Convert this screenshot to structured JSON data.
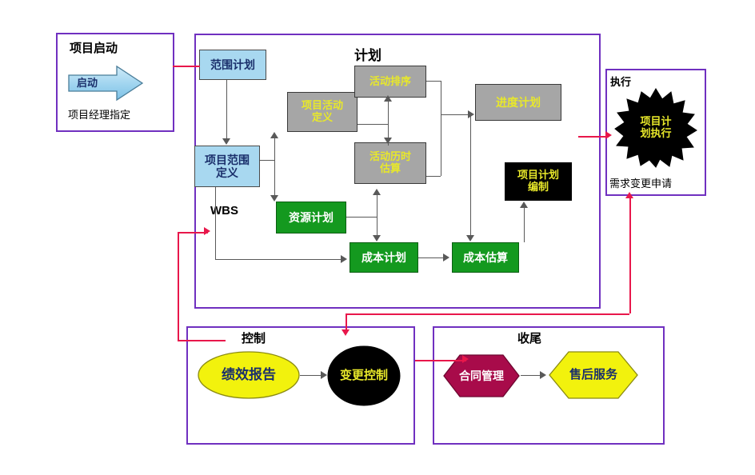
{
  "diagram": {
    "title_hidden": "",
    "frames": [
      {
        "id": "initiation",
        "title": "项目启动"
      },
      {
        "id": "planning",
        "title": "计划"
      },
      {
        "id": "execution",
        "title": "执行"
      },
      {
        "id": "control",
        "title": "控制"
      },
      {
        "id": "closing",
        "title": "收尾"
      }
    ],
    "initiation": {
      "title": "项目启动",
      "arrow_label": "启动",
      "caption": "项目经理指定"
    },
    "planning": {
      "title": "计划",
      "wbs_label": "WBS",
      "nodes": [
        {
          "id": "scope-plan",
          "label": "范围计划",
          "color": "#a8d8f0",
          "text_color": "#1a2f6b"
        },
        {
          "id": "scope-definition",
          "label": "项目范围\n定义",
          "color": "#a8d8f0",
          "text_color": "#1a2f6b"
        },
        {
          "id": "activity-definition",
          "label": "项目活动\n定义",
          "color": "#a6a6a6",
          "text_color": "#e8e82a"
        },
        {
          "id": "activity-sequencing",
          "label": "活动排序",
          "color": "#a6a6a6",
          "text_color": "#e8e82a"
        },
        {
          "id": "activity-duration",
          "label": "活动历时\n估算",
          "color": "#a6a6a6",
          "text_color": "#e8e82a"
        },
        {
          "id": "schedule-plan",
          "label": "进度计划",
          "color": "#a6a6a6",
          "text_color": "#e8e82a"
        },
        {
          "id": "project-plan-development",
          "label": "项目计划\n编制",
          "color": "#000000",
          "text_color": "#e8e82a"
        },
        {
          "id": "resource-plan",
          "label": "资源计划",
          "color": "#14991f",
          "text_color": "#ffffff"
        },
        {
          "id": "cost-plan",
          "label": "成本计划",
          "color": "#14991f",
          "text_color": "#ffffff"
        },
        {
          "id": "cost-estimate",
          "label": "成本估算",
          "color": "#14991f",
          "text_color": "#ffffff"
        }
      ]
    },
    "execution": {
      "title": "执行",
      "burst_label": "项目计\n划执行",
      "caption": "需求变更申请"
    },
    "control": {
      "title": "控制",
      "nodes": [
        {
          "id": "performance-report",
          "label": "绩效报告",
          "color": "#f2f20d",
          "text_color": "#1a2f6b"
        },
        {
          "id": "change-control",
          "label": "变更控制",
          "color": "#000000",
          "text_color": "#e8e82a"
        }
      ]
    },
    "closing": {
      "title": "收尾",
      "nodes": [
        {
          "id": "contract-management",
          "label": "合同管理",
          "color": "#a80b4a",
          "text_color": "#ffffff"
        },
        {
          "id": "after-sales-service",
          "label": "售后服务",
          "color": "#f2f20d",
          "text_color": "#1a2f6b"
        }
      ]
    },
    "colors": {
      "frame_border": "#7030c0",
      "connector": "#595959",
      "feedback": "#e8174b",
      "blue_fill": "#a8d8f0",
      "gray_fill": "#a6a6a6",
      "green_fill": "#14991f",
      "yellow_fill": "#f2f20d",
      "black_fill": "#000000",
      "crimson_fill": "#a80b4a"
    }
  }
}
